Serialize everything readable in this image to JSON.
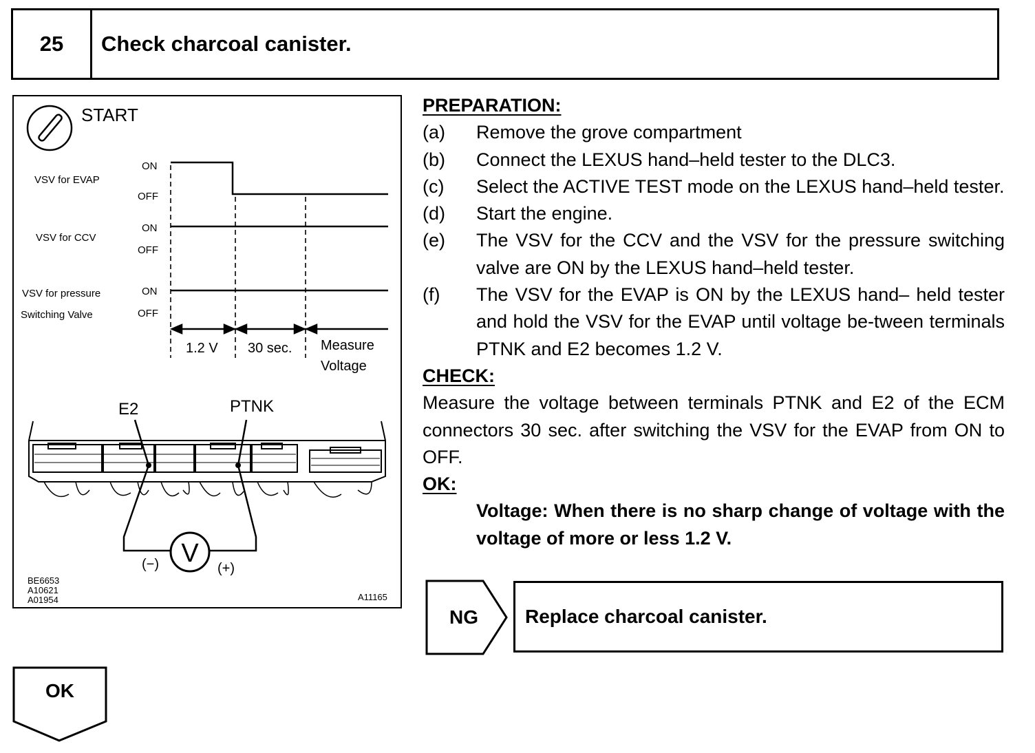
{
  "step": {
    "number": "25",
    "title": "Check charcoal canister."
  },
  "figure": {
    "start_label": "START",
    "signals": [
      {
        "name": "VSV for EVAP",
        "on": "ON",
        "off": "OFF"
      },
      {
        "name": "VSV for CCV",
        "on": "ON",
        "off": "OFF"
      },
      {
        "name": "VSV for pressure",
        "name2": "Switching Valve",
        "on": "ON",
        "off": "OFF"
      }
    ],
    "intervals": [
      "1.2 V",
      "30 sec.",
      "Measure",
      "Voltage"
    ],
    "terminals": {
      "e2": "E2",
      "ptnk": "PTNK"
    },
    "meter": {
      "symbol": "V",
      "neg": "(−)",
      "pos": "(+)"
    },
    "codes_left": [
      "BE6653",
      "A10621",
      "A01954"
    ],
    "code_right": "A11165"
  },
  "preparation": {
    "heading": "PREPARATION:",
    "items": [
      {
        "label": "(a)",
        "text": "Remove the grove compartment"
      },
      {
        "label": "(b)",
        "text": "Connect the LEXUS hand–held tester to the DLC3."
      },
      {
        "label": "(c)",
        "text": "Select the ACTIVE TEST mode on the LEXUS hand–held tester."
      },
      {
        "label": "(d)",
        "text": "Start the engine."
      },
      {
        "label": "(e)",
        "text": "The VSV for the CCV and the VSV for the pressure switching valve are ON by the LEXUS hand–held tester."
      },
      {
        "label": "(f)",
        "text": "The VSV for the EVAP is ON by the LEXUS hand– held tester and hold the VSV for the EVAP until voltage be-tween terminals PTNK and E2 becomes 1.2 V."
      }
    ]
  },
  "check": {
    "heading": "CHECK:",
    "text": "Measure the voltage between terminals PTNK and E2 of the ECM connectors 30 sec. after switching the VSV for the EVAP from ON to OFF."
  },
  "ok": {
    "heading": "OK:",
    "spec": "Voltage: When there is no sharp change of voltage with the voltage of more or less 1.2 V."
  },
  "ng": {
    "label": "NG",
    "action": "Replace charcoal canister."
  },
  "ok_branch": {
    "label": "OK"
  }
}
